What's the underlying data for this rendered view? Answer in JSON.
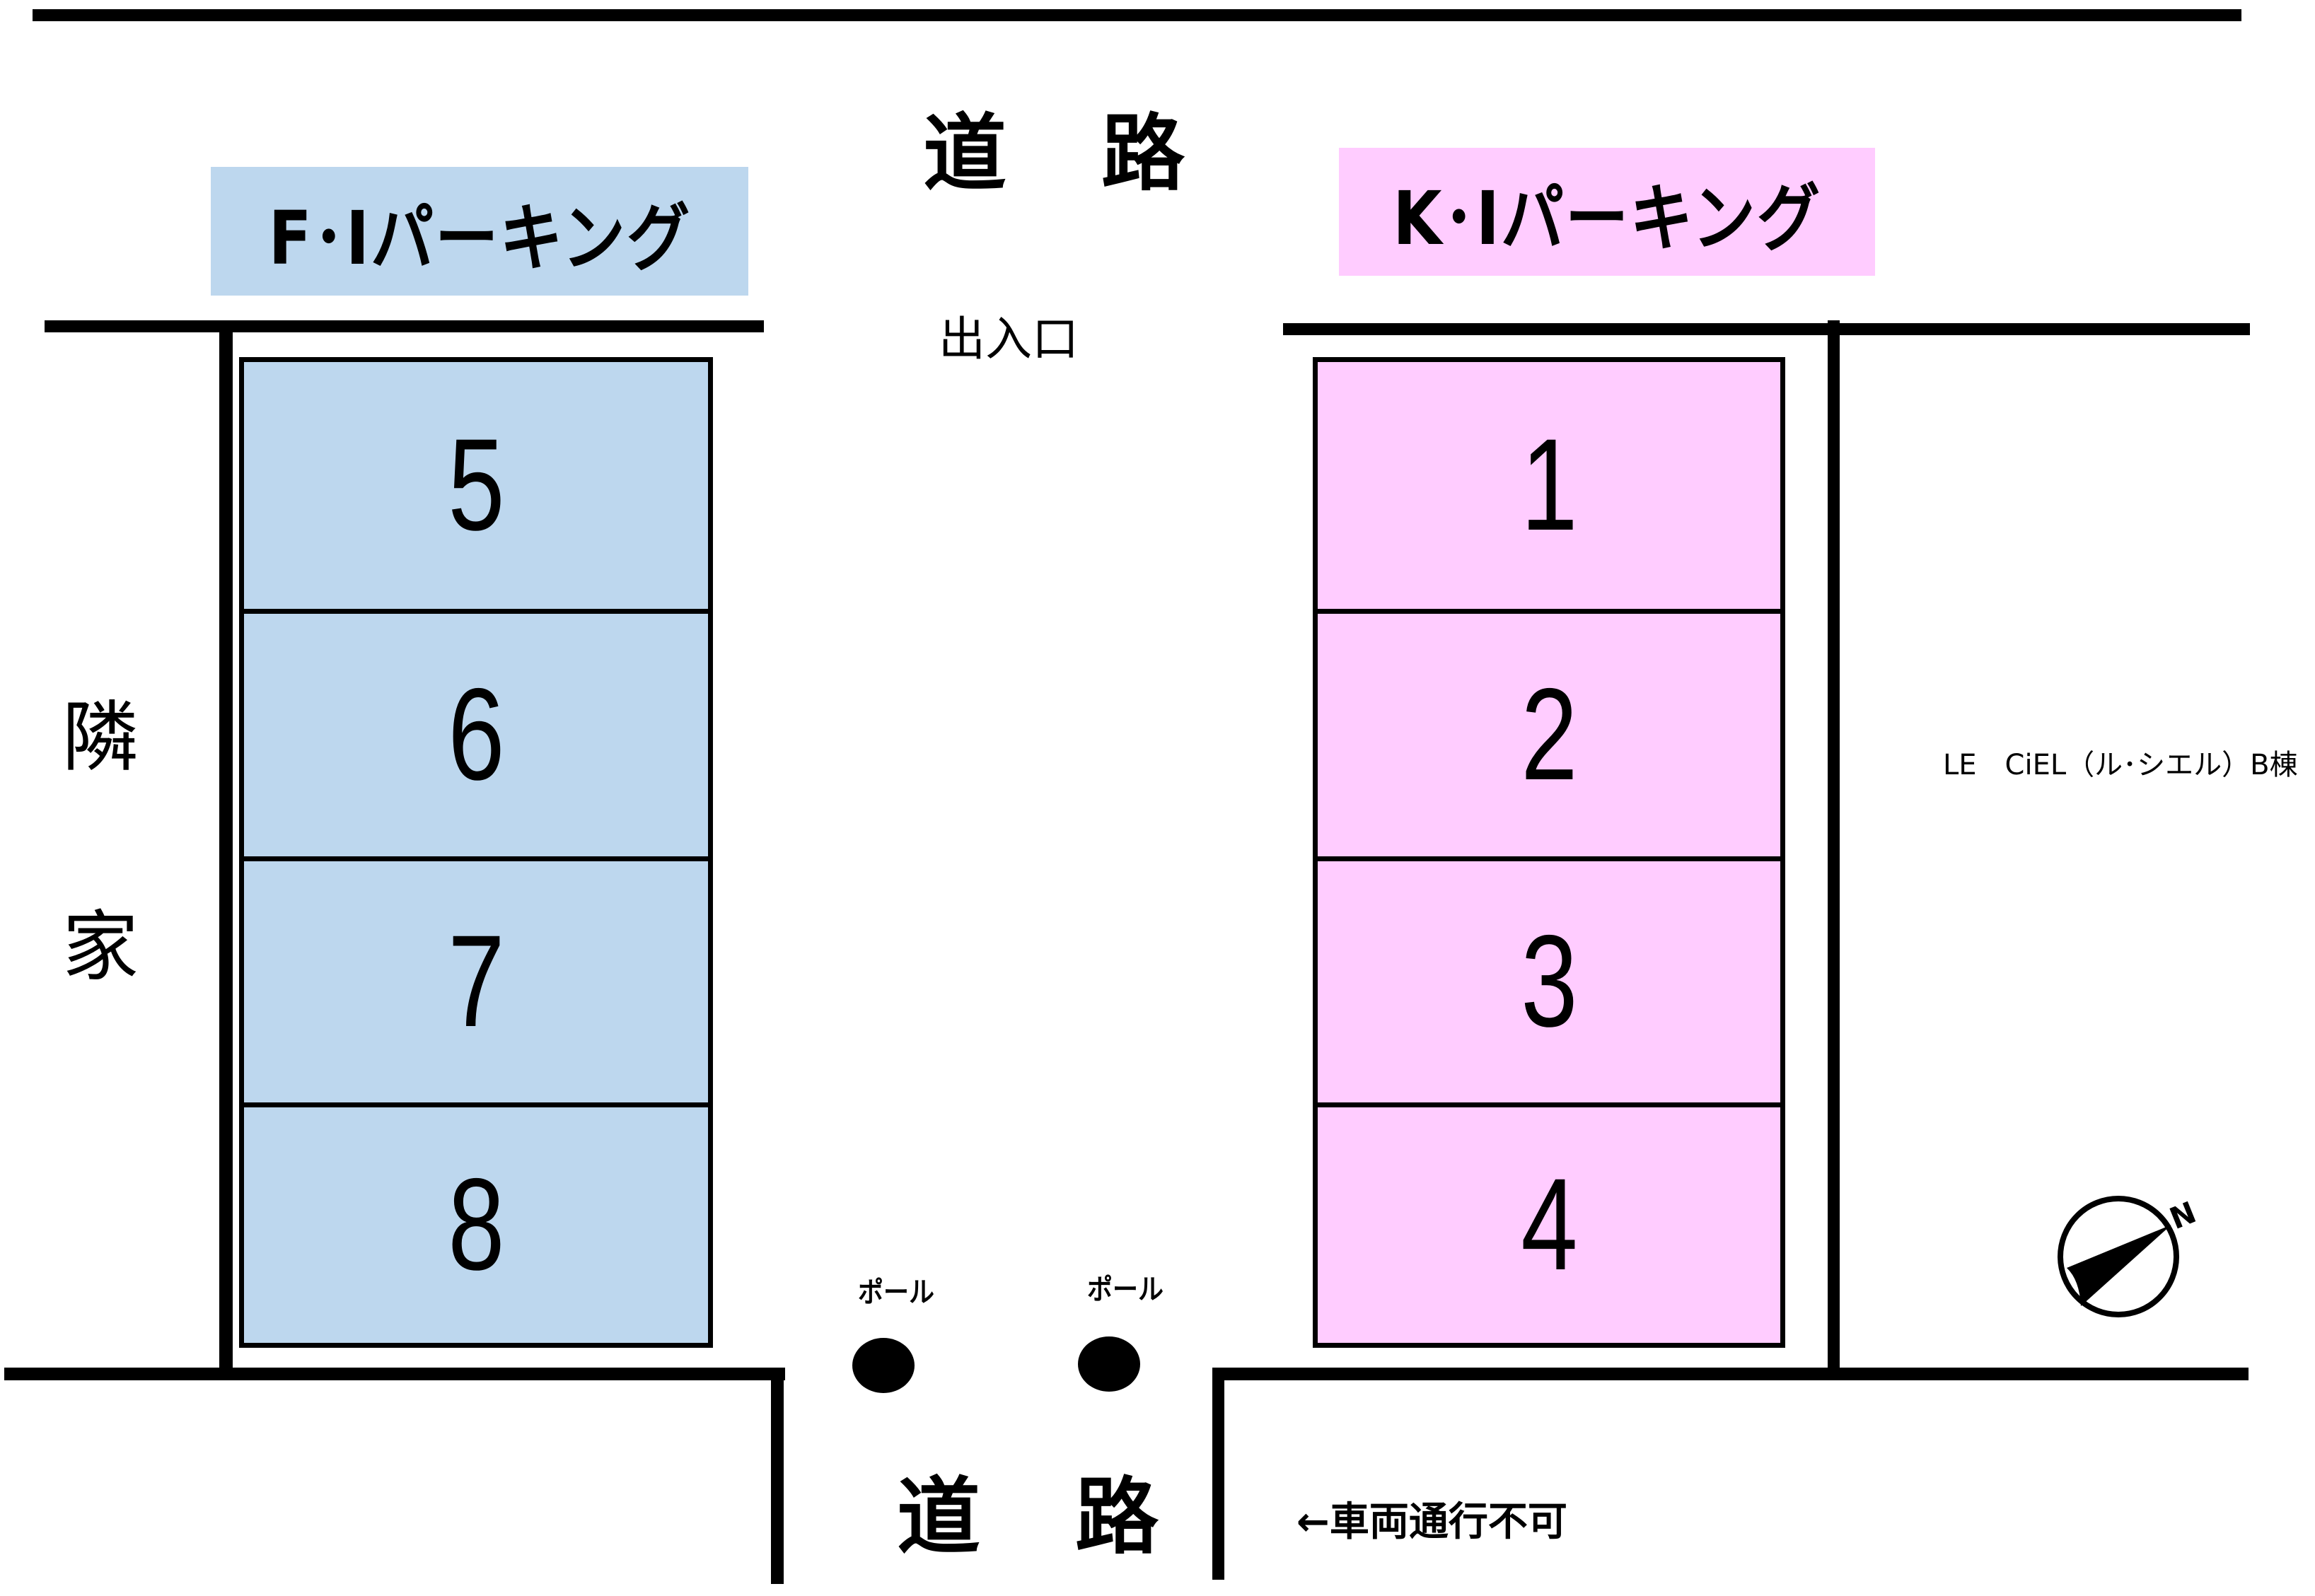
{
  "roads": {
    "top_label": "道　路",
    "bottom_label": "道　路",
    "entrance_label": "出入口",
    "no_vehicle_notice": "←車両通行不可"
  },
  "lots": [
    {
      "id": "fi",
      "name": "F･Iパーキング",
      "color": "#BDD7EE",
      "stalls": [
        "5",
        "6",
        "7",
        "8"
      ]
    },
    {
      "id": "ki",
      "name": "K･Iパーキング",
      "color": "#FFCCFF",
      "stalls": [
        "1",
        "2",
        "3",
        "4"
      ]
    }
  ],
  "neighbors": {
    "left_char1": "隣",
    "left_char2": "家",
    "right_building": "LE　CiEL（ル･シエル）B棟"
  },
  "poles": [
    {
      "label": "ポール"
    },
    {
      "label": "ポール"
    }
  ],
  "compass": {
    "north_label": "N"
  }
}
